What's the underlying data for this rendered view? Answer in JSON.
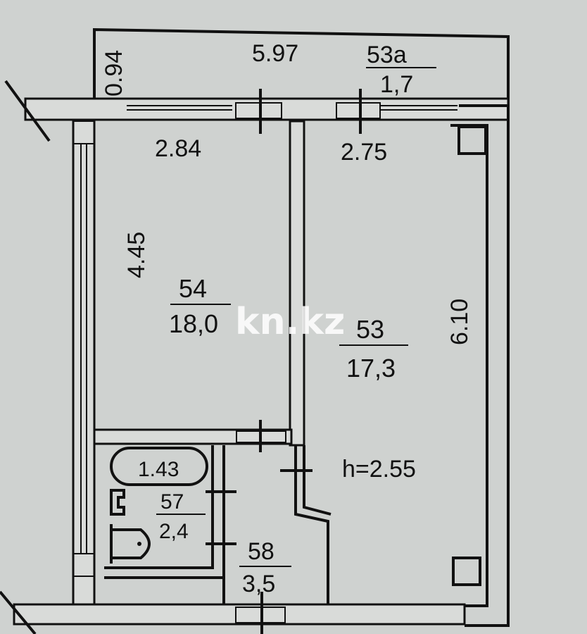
{
  "balcony": {
    "width": "5.97",
    "depth": "0.94",
    "room_number": "53a",
    "area": "1,7"
  },
  "room54": {
    "width": "2.84",
    "length": "4.45",
    "room_number": "54",
    "area": "18,0"
  },
  "room53": {
    "width": "2.75",
    "length": "6.10",
    "room_number": "53",
    "area": "17,3",
    "ceiling_height": "h=2.55"
  },
  "bathroom": {
    "width": "1.43",
    "room_number": "57",
    "area": "2,4"
  },
  "hall": {
    "room_number": "58",
    "area": "3,5"
  },
  "watermark": {
    "text": "kn.kz"
  },
  "colors": {
    "paper": "#cfd2d0",
    "wall_fill": "#d9dbd9",
    "ink": "#111111"
  }
}
